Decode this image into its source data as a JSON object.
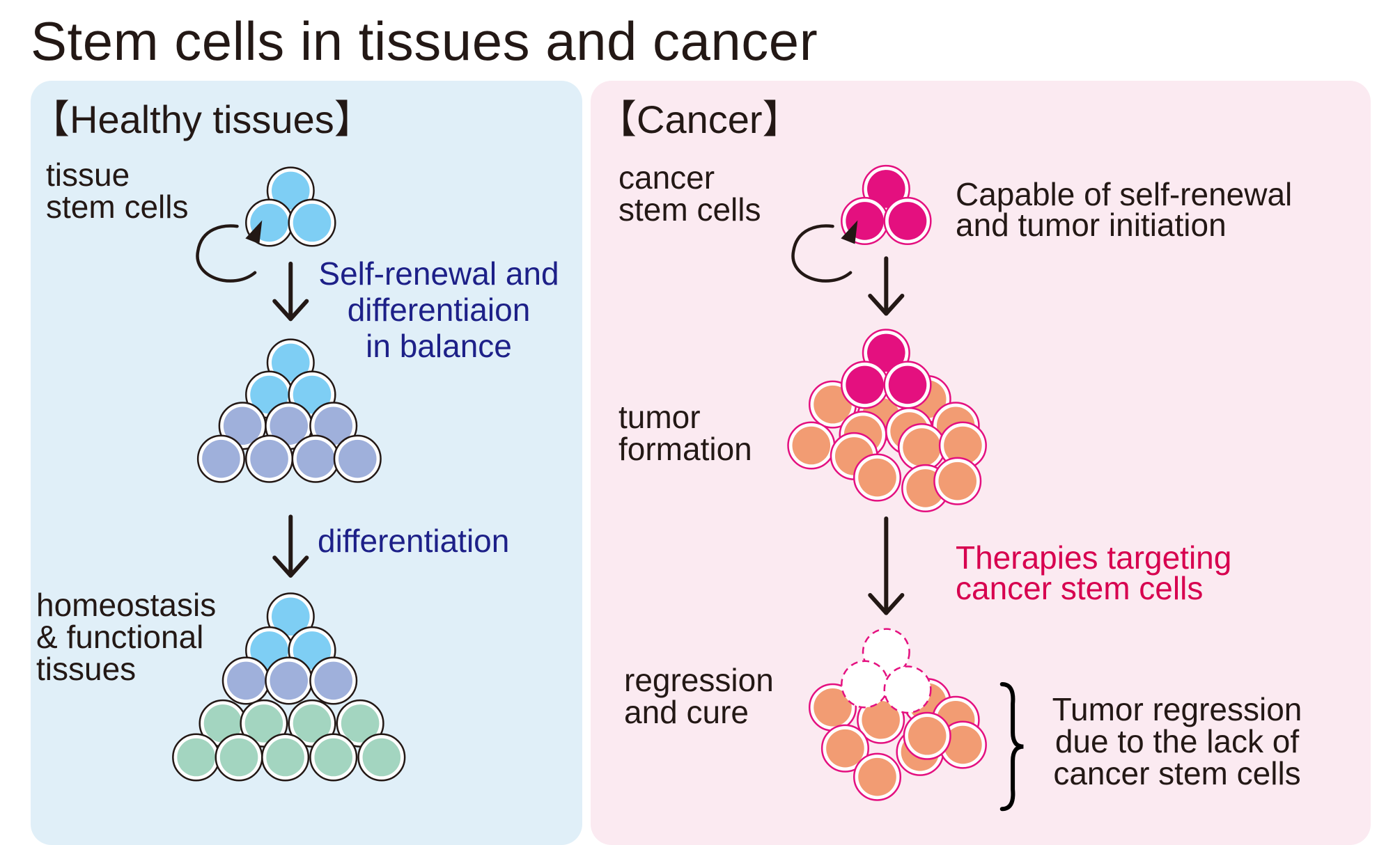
{
  "title": "Stem cells in tissues and cancer",
  "colors": {
    "healthy_panel_bg": "#e0eff8",
    "cancer_panel_bg": "#fbeaf1",
    "stem_cell": "#7ecef4",
    "progenitor_cell": "#9fb0db",
    "differentiated_cell": "#a3d5c0",
    "cancer_stem_cell": "#e4107f",
    "tumor_cell": "#f29c73",
    "navy_text": "#1d2088",
    "crimson_text": "#d7004f",
    "dark_text": "#231815"
  },
  "healthy": {
    "heading": "【Healthy tissues】",
    "stem_label": [
      "tissue",
      "stem cells"
    ],
    "balance_label": [
      "Self-renewal and",
      "differentiaion",
      "in balance"
    ],
    "differentiation_label": "differentiation",
    "homeostasis_label": [
      "homeostasis",
      "& functional",
      "tissues"
    ]
  },
  "cancer": {
    "heading": "【Cancer】",
    "stem_label": [
      "cancer",
      "stem cells"
    ],
    "capable_label": [
      "Capable of self-renewal",
      "and tumor initiation"
    ],
    "tumor_label": [
      "tumor",
      "formation"
    ],
    "therapy_label": [
      "Therapies targeting",
      "cancer stem cells"
    ],
    "regression_label": [
      "regression",
      "and cure"
    ],
    "lack_label": [
      "Tumor regression",
      "due to the lack of",
      "cancer stem cells"
    ]
  }
}
